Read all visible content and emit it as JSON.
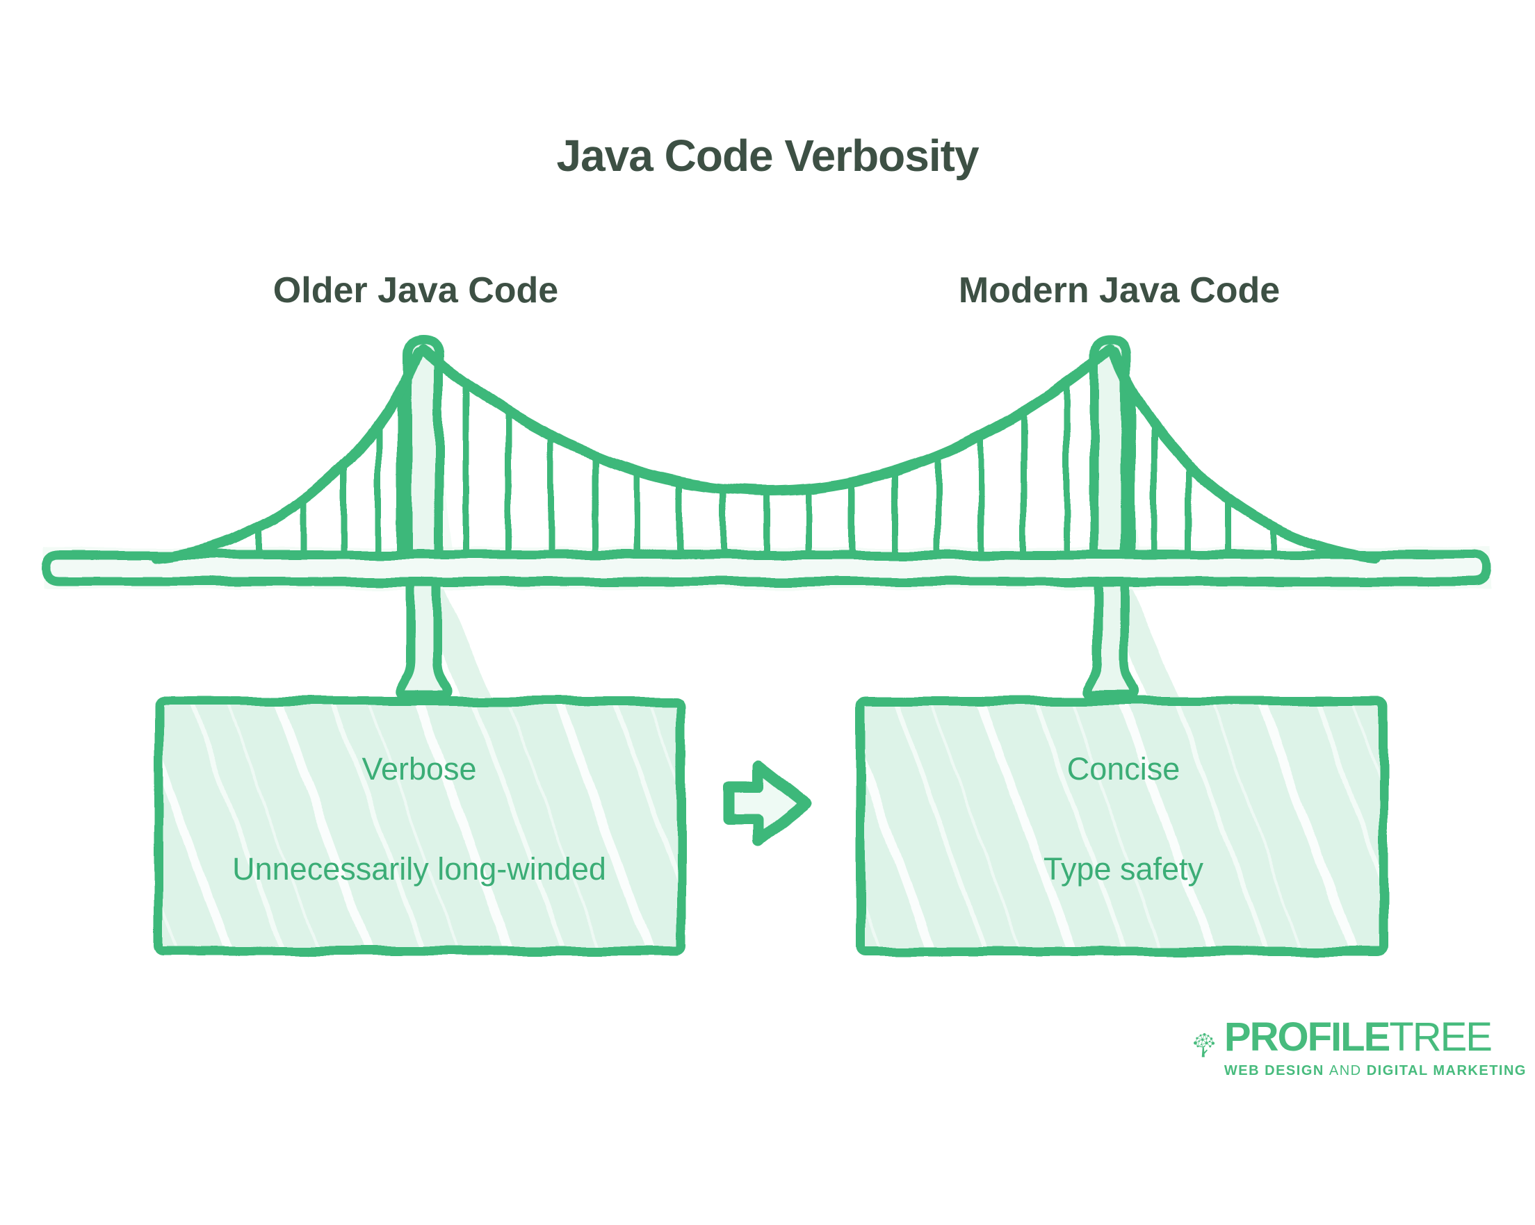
{
  "title": "Java Code Verbosity",
  "left_column": {
    "heading": "Older Java Code",
    "points": [
      "Verbose",
      "Unnecessarily long-winded"
    ]
  },
  "right_column": {
    "heading": "Modern Java Code",
    "points": [
      "Concise",
      "Type safety"
    ]
  },
  "arrow": {
    "icon": "right-arrow-icon",
    "direction": "right"
  },
  "illustration": {
    "subject": "suspension-bridge",
    "style": "hand-drawn sketch"
  },
  "logo": {
    "brand_bold": "PROFILE",
    "brand_light": "TREE",
    "tagline_part1": "WEB DESIGN",
    "tagline_connector": "AND",
    "tagline_part2": "DIGITAL MARKETING"
  },
  "colors": {
    "background": "#ffffff",
    "sketch_green": "#3cb87a",
    "fill_mint": "#e8f7ef",
    "box_fill": "#ddf3e8",
    "body_text_green": "#3bad76",
    "heading_dark_green": "#3d5044",
    "logo_green": "#47bb7d"
  }
}
